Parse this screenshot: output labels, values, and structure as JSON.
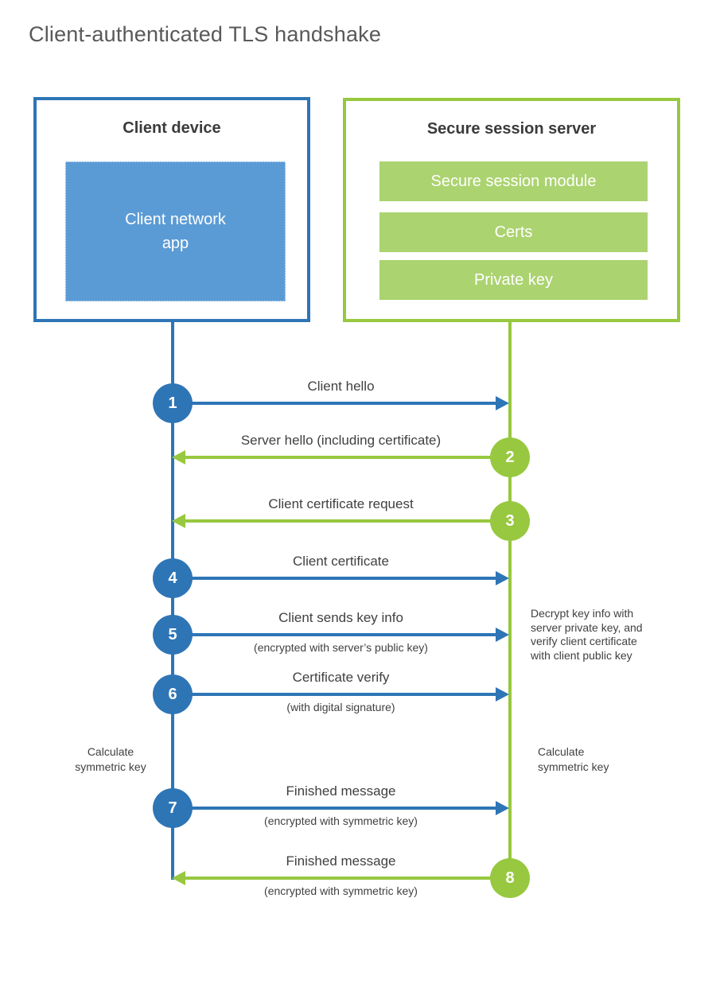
{
  "title": "Client-authenticated TLS handshake",
  "colors": {
    "client_blue": "#2E75B6",
    "client_app_blue": "#5B9BD5",
    "server_green": "#97C83F",
    "server_bar_green": "#ABD370",
    "label_text": "#404040",
    "title_text": "#595959"
  },
  "client": {
    "title": "Client device",
    "app_label": "Client network app"
  },
  "server": {
    "title": "Secure session server",
    "modules": [
      "Secure session module",
      "Certs",
      "Private key"
    ]
  },
  "messages": [
    {
      "num": "1",
      "from": "client",
      "label": "Client hello",
      "sub": ""
    },
    {
      "num": "2",
      "from": "server",
      "label": "Server hello (including certificate)",
      "sub": ""
    },
    {
      "num": "3",
      "from": "server",
      "label": "Client certificate request",
      "sub": ""
    },
    {
      "num": "4",
      "from": "client",
      "label": "Client certificate",
      "sub": ""
    },
    {
      "num": "5",
      "from": "client",
      "label": "Client sends key info",
      "sub": "(encrypted with server’s public key)"
    },
    {
      "num": "6",
      "from": "client",
      "label": "Certificate verify",
      "sub": "(with digital signature)"
    },
    {
      "num": "7",
      "from": "client",
      "label": "Finished message",
      "sub": "(encrypted with symmetric key)"
    },
    {
      "num": "8",
      "from": "server",
      "label": "Finished message",
      "sub": "(encrypted with symmetric key)"
    }
  ],
  "notes": {
    "decrypt": "Decrypt key info with server private key, and verify client certificate with client public key",
    "calc_client": "Calculate symmetric key",
    "calc_server": "Calculate symmetric key"
  }
}
